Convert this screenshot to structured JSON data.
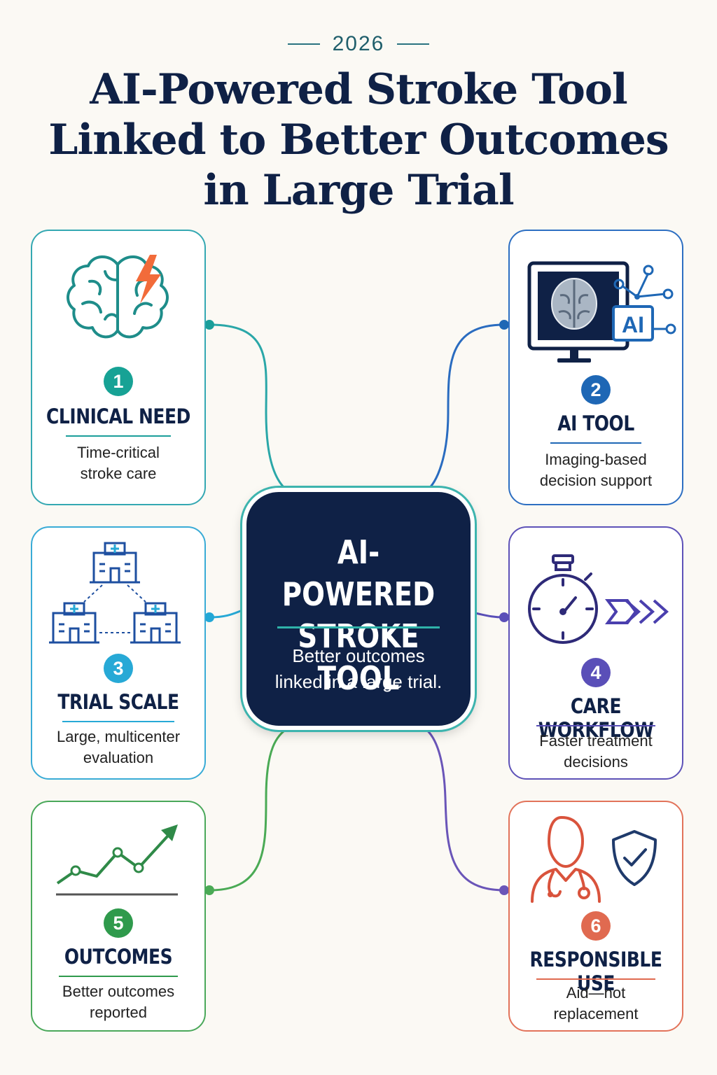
{
  "header": {
    "year": "2026",
    "title_lines": [
      "AI-Powered Stroke Tool",
      "Linked to Better Outcomes",
      "in Large Trial"
    ]
  },
  "center": {
    "title_lines": [
      "AI-POWERED",
      "STROKE TOOL"
    ],
    "description_lines": [
      "Better outcomes",
      "linked in a large trial."
    ]
  },
  "cards": [
    {
      "number": "1",
      "title": "CLINICAL NEED",
      "desc_lines": [
        "Time-critical",
        "stroke care"
      ],
      "color": "#1a9e9a",
      "icon": "brain-lightning-icon"
    },
    {
      "number": "2",
      "title": "AI TOOL",
      "desc_lines": [
        "Imaging-based",
        "decision support"
      ],
      "color": "#1e67b5",
      "icon": "monitor-brain-scan-ai-icon"
    },
    {
      "number": "3",
      "title": "TRIAL SCALE",
      "desc_lines": [
        "Large, multicenter",
        "evaluation"
      ],
      "color": "#22a7d6",
      "icon": "hospital-network-icon"
    },
    {
      "number": "4",
      "title": "CARE WORKFLOW",
      "desc_lines": [
        "Faster treatment",
        "decisions"
      ],
      "color": "#5a4fb8",
      "icon": "stopwatch-arrows-icon"
    },
    {
      "number": "5",
      "title": "OUTCOMES",
      "desc_lines": [
        "Better outcomes",
        "reported"
      ],
      "color": "#2f9a4c",
      "icon": "trend-up-chart-icon"
    },
    {
      "number": "6",
      "title": "RESPONSIBLE USE",
      "desc_lines": [
        "Aid—not",
        "replacement"
      ],
      "color": "#e06a50",
      "icon": "doctor-shield-icon"
    }
  ]
}
